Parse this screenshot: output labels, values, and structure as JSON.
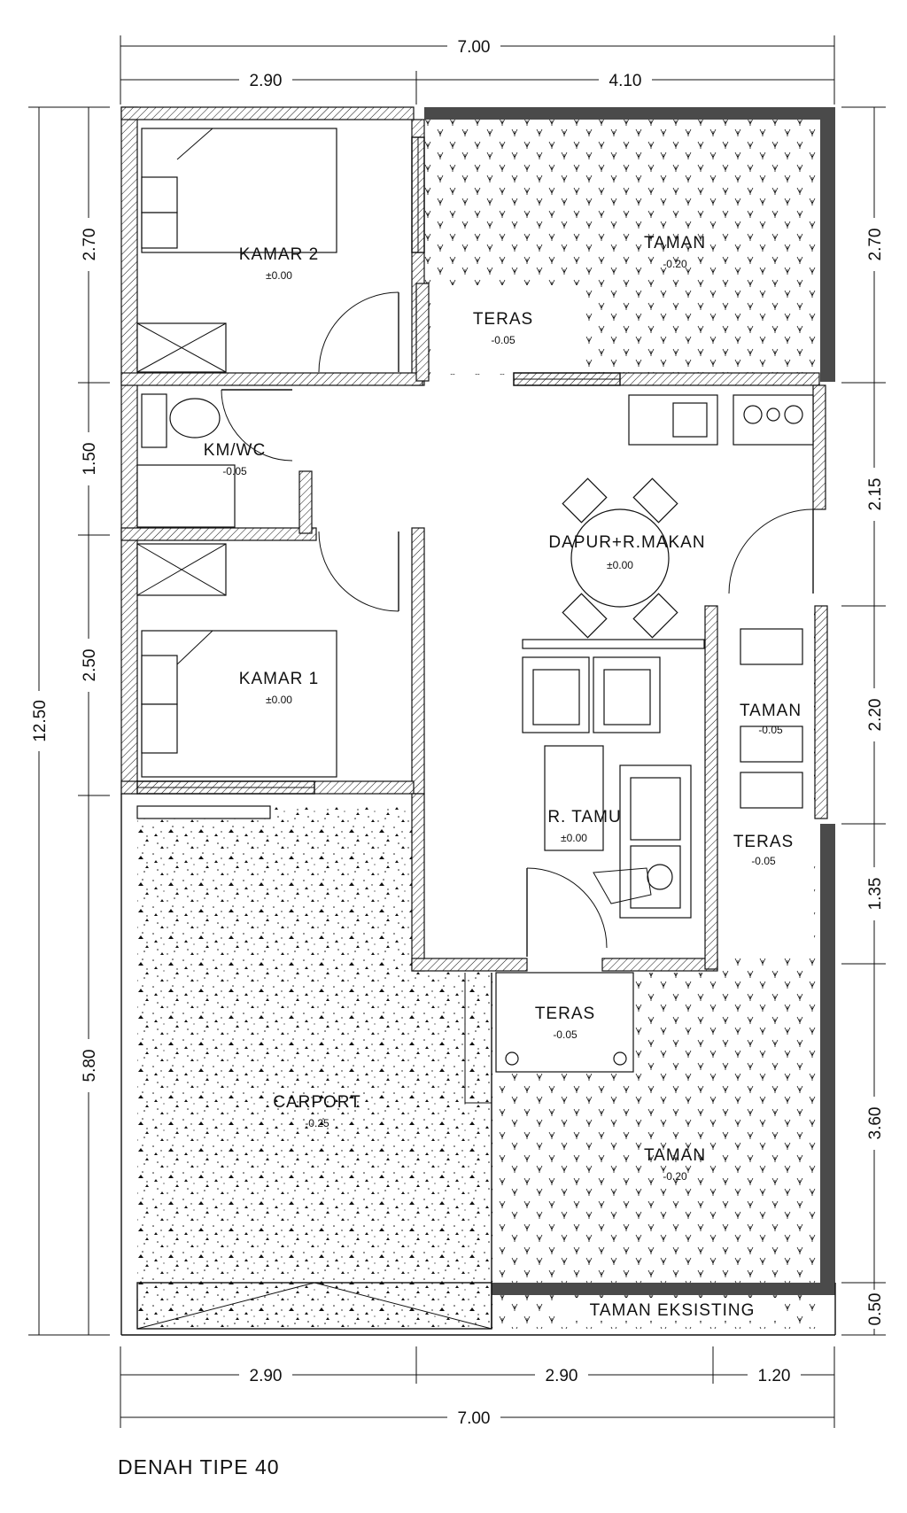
{
  "caption": "DENAH TIPE 40",
  "dimensions": {
    "top_total": "7.00",
    "top_left": "2.90",
    "top_right": "4.10",
    "bottom_total": "7.00",
    "bottom_left": "2.90",
    "bottom_mid": "2.90",
    "bottom_right": "1.20",
    "left_total": "12.50",
    "left_1": "2.70",
    "left_2": "1.50",
    "left_3": "2.50",
    "left_4": "5.80",
    "right_1": "2.70",
    "right_2": "2.15",
    "right_3": "2.20",
    "right_4": "1.35",
    "right_5": "3.60",
    "right_6": "0.50"
  },
  "rooms": {
    "kamar2": {
      "name": "KAMAR 2",
      "level": "±0.00"
    },
    "taman_top": {
      "name": "TAMAN",
      "level": "-0.20"
    },
    "teras_top": {
      "name": "TERAS",
      "level": "-0.05"
    },
    "kmwc": {
      "name": "KM/WC",
      "level": "-0.05"
    },
    "dapur": {
      "name": "DAPUR+R.MAKAN",
      "level": "±0.00"
    },
    "kamar1": {
      "name": "KAMAR 1",
      "level": "±0.00"
    },
    "taman_mid": {
      "name": "TAMAN",
      "level": "-0.05"
    },
    "rtamu": {
      "name": "R. TAMU",
      "level": "±0.00"
    },
    "teras_right": {
      "name": "TERAS",
      "level": "-0.05"
    },
    "teras_front": {
      "name": "TERAS",
      "level": "-0.05"
    },
    "carport": {
      "name": "CARPORT",
      "level": "-0.25"
    },
    "taman_bottom": {
      "name": "TAMAN",
      "level": "-0.20"
    },
    "taman_eksisting": {
      "name": "TAMAN EKSISTING"
    }
  }
}
